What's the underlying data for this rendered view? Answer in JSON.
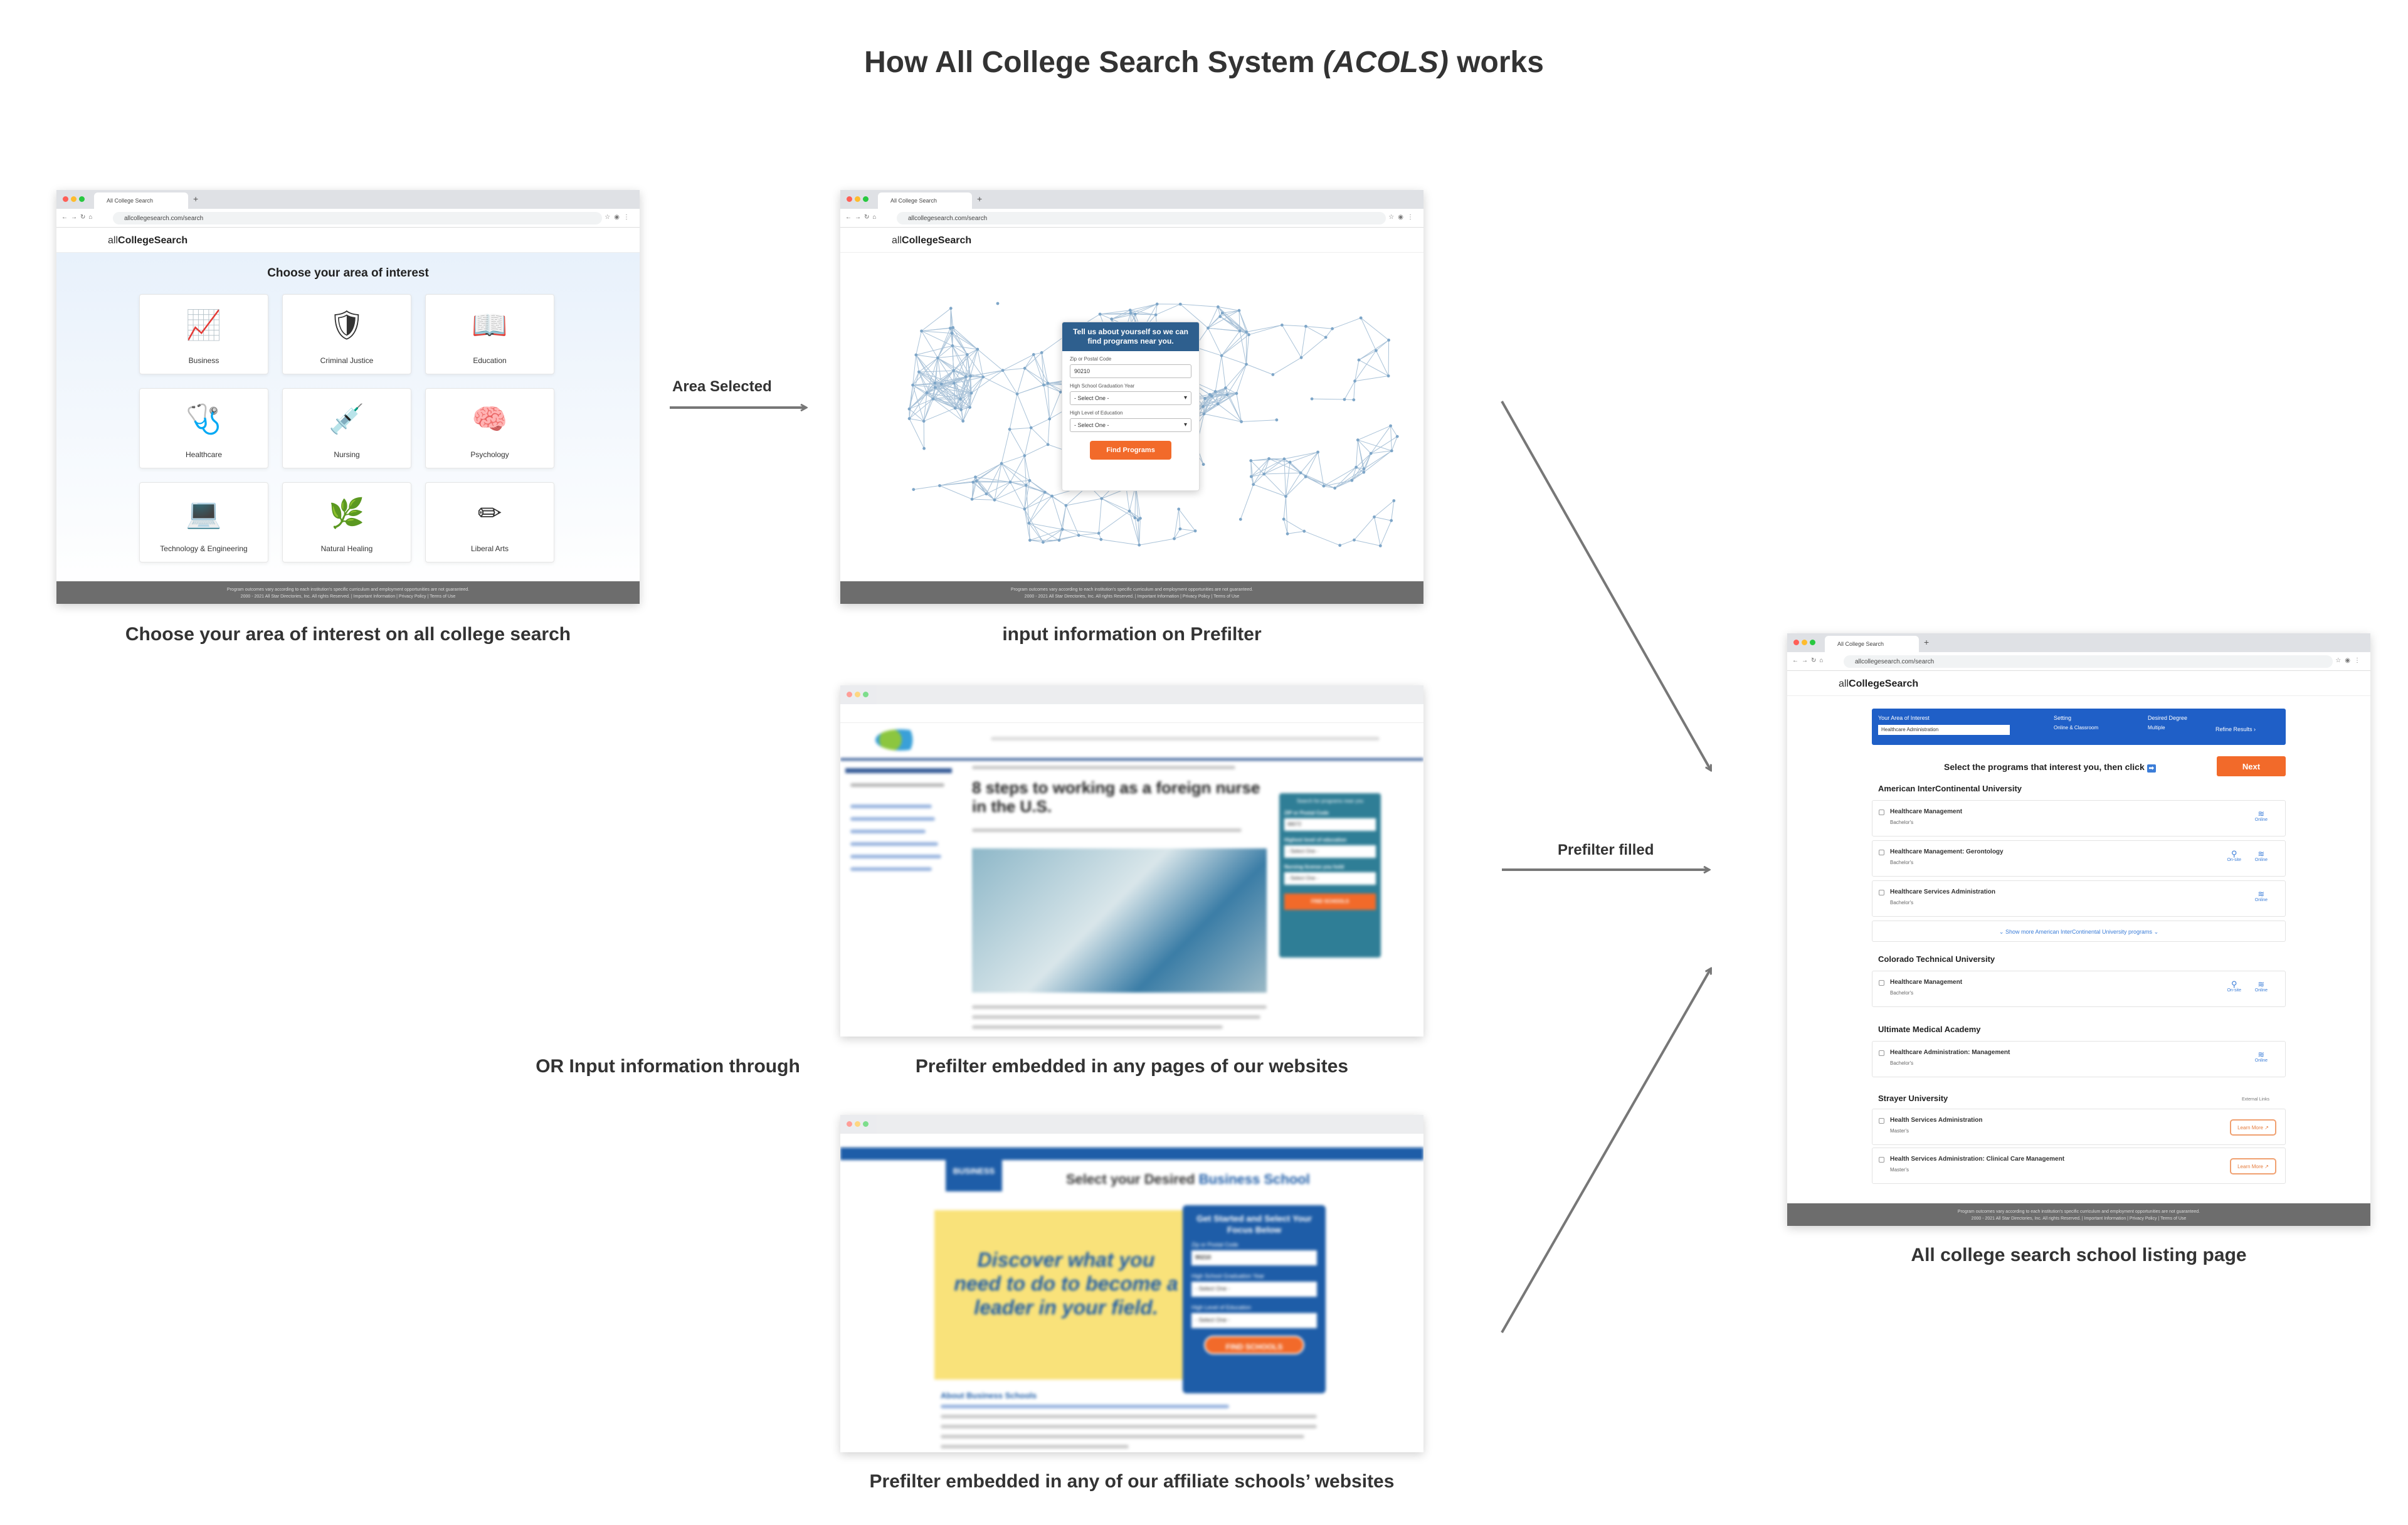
{
  "title": {
    "prefix": "How All College Search System",
    "acronym": "(ACOLS)",
    "suffix": "works"
  },
  "captions": {
    "area": "Choose your area of interest on all college search",
    "prefilter": "input information on Prefilter",
    "or_input": "OR Input information through",
    "embedded_pages": "Prefilter embedded in any pages of our websites",
    "embedded_affiliate": "Prefilter embedded in any of our affiliate schools’ websites",
    "listing": "All college search school listing page"
  },
  "arrows": {
    "area_selected": "Area Selected",
    "prefilter_filled": "Prefilter filled"
  },
  "browser": {
    "tab": "All College Search",
    "url_home": "allcollegesearch.com/search",
    "url_search": "allcollegesearch.com/search",
    "logo_prefix": "all",
    "logo_bold": "CollegeSearch",
    "footer_line1": "Program outcomes vary according to each institution's specific curriculum and employment opportunities are not guaranteed.",
    "footer_line2": "2000 - 2021 All Star Directories, Inc. All rights Reserved. | Important Information | Privacy Policy | Terms of Use"
  },
  "areas": {
    "heading": "Choose your area of interest",
    "items": [
      {
        "label": "Business",
        "icon": "📈"
      },
      {
        "label": "Criminal Justice",
        "icon": "🛡"
      },
      {
        "label": "Education",
        "icon": "📖"
      },
      {
        "label": "Healthcare",
        "icon": "🩺"
      },
      {
        "label": "Nursing",
        "icon": "💉"
      },
      {
        "label": "Psychology",
        "icon": "🧠"
      },
      {
        "label": "Technology & Engineering",
        "icon": "💻"
      },
      {
        "label": "Natural Healing",
        "icon": "🌿"
      },
      {
        "label": "Liberal Arts",
        "icon": "✏"
      }
    ]
  },
  "prefilter": {
    "heading": "Tell us about yourself so we can find programs near you.",
    "zip_label": "Zip or Postal Code",
    "zip_value": "90210",
    "grad_label": "High School Graduation Year",
    "grad_value": "- Select One -",
    "edu_label": "High Level of Education",
    "edu_value": "- Select One -",
    "button": "Find Programs"
  },
  "nursing_site": {
    "headline": "8 steps to working as a foreign nurse in the U.S.",
    "form_heading": "Search for programs near you",
    "zip_label": "ZIP or Postal Code",
    "zip_value": "98072",
    "edu_label": "Highest level of education",
    "edu_value": "- Select One -",
    "license_label": "Nursing license you hold",
    "license_value": "- Select One -",
    "button": "FIND SCHOOLS"
  },
  "business_site": {
    "logo": "BUSINESS",
    "heading_prefix": "Select your Desired",
    "heading_accent": "Business School",
    "banner": "Discover what you need to do to become a leader in your field.",
    "form_heading": "Get Started and Select Your Focus Below",
    "zip_label": "Zip or Postal Code",
    "zip_value": "90210",
    "grad_label": "High School Graduation Year",
    "grad_value": "- Select One -",
    "edu_label": "High Level of Education",
    "edu_value": "- Select One -",
    "button": "FIND SCHOOLS",
    "about": "About Business Schools"
  },
  "listing": {
    "aoi_label": "Your Area of Interest",
    "aoi_value": "Healthcare Administration",
    "setting_label": "Setting",
    "setting_value": "Online & Classroom",
    "degree_label": "Desired Degree",
    "degree_value": "Multiple",
    "refine": "Refine Results",
    "select_prompt": "Select the programs that interest you, then click",
    "next": "Next",
    "show_more": "Show more American InterContinental University programs",
    "external": "External Links",
    "learn_more": "Learn More",
    "schools": [
      {
        "name": "American InterContinental University"
      },
      {
        "name": "Colorado Technical University"
      },
      {
        "name": "Ultimate Medical Academy"
      },
      {
        "name": "Strayer University"
      }
    ],
    "programs": [
      {
        "name": "Healthcare Management",
        "degree": "Bachelor's"
      },
      {
        "name": "Healthcare Management: Gerontology",
        "degree": "Bachelor's"
      },
      {
        "name": "Healthcare Services Administration",
        "degree": "Bachelor's"
      },
      {
        "name": "Healthcare Management",
        "degree": "Bachelor's"
      },
      {
        "name": "Healthcare Administration: Management",
        "degree": "Bachelor's"
      },
      {
        "name": "Health Services Administration",
        "degree": "Master's"
      },
      {
        "name": "Health Services Administration: Clinical Care Management",
        "degree": "Master's"
      }
    ],
    "modes": {
      "campus": "On-site",
      "online": "Online"
    }
  },
  "colors": {
    "accent": "#f26a2a",
    "header_blue": "#1f5fc7",
    "arrow": "#777777"
  }
}
